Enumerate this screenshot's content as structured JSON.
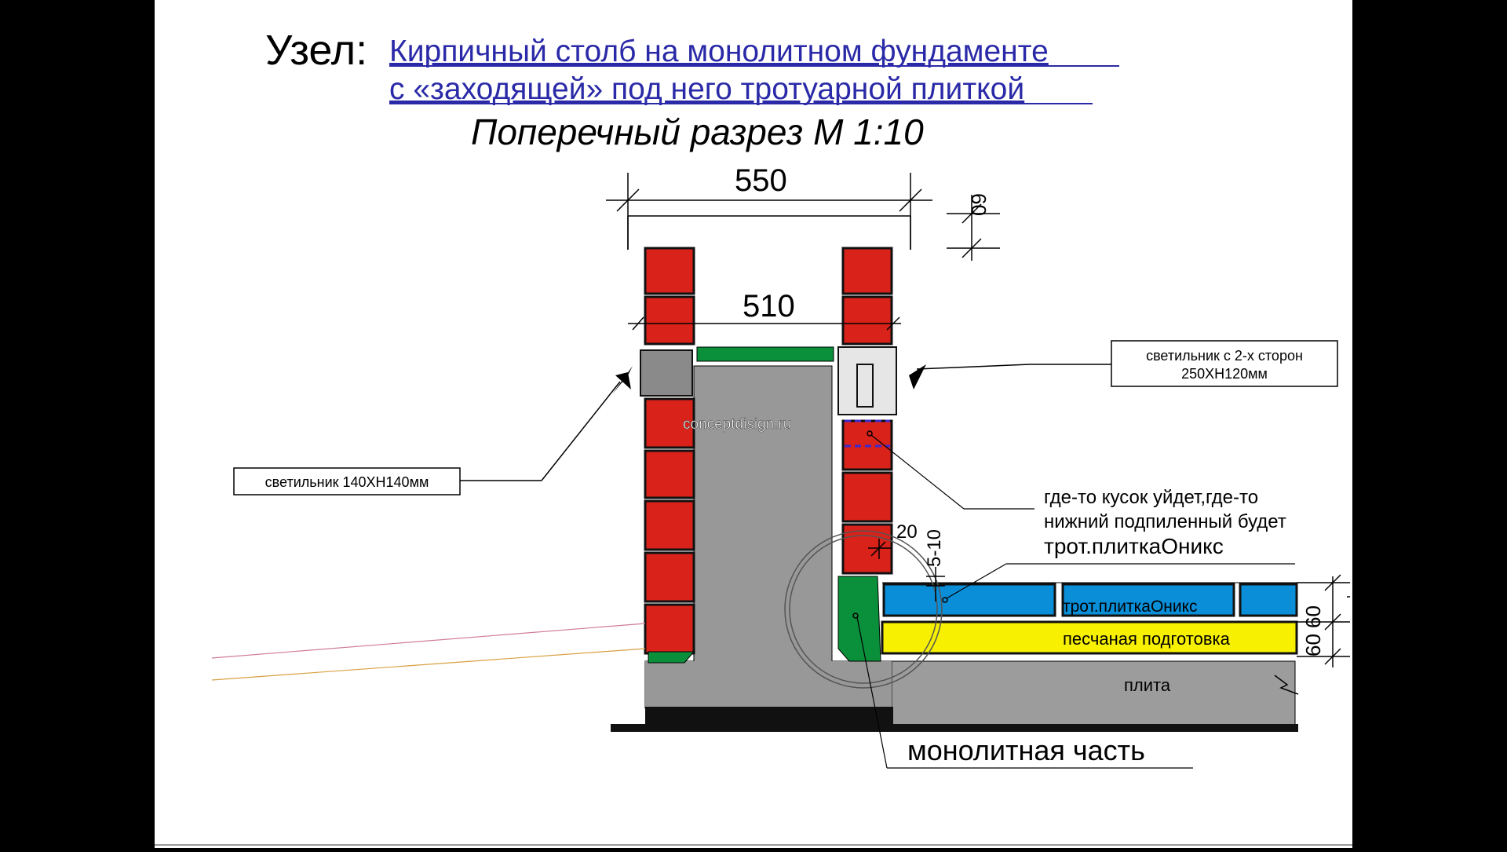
{
  "slide": {
    "title_prefix": "Узел:",
    "title_line1": "Кирпичный столб на монолитном фундаменте",
    "title_line2": "с «заходящей» под него тротуарной плиткой",
    "subtitle": "Поперечный разрез М 1:10"
  },
  "dimensions": {
    "outer_width": "550",
    "inner_width": "510",
    "cap_height": "60",
    "gap": "20",
    "offset": "5-10",
    "tile_thickness": "60",
    "sand_thickness": "60"
  },
  "labels": {
    "lamp_double": "светильник  с 2-х сторон",
    "lamp_double_size": "250ХН120мм",
    "lamp_single": "светильник  140ХН140мм",
    "note_line1": "где-то кусок уйдет,где-то",
    "note_line2": "нижний подпиленный будет",
    "note_line3": "трот.плиткаОникс",
    "tile_label": "трот.плиткаОникс",
    "sand_label": "песчаная подготовка",
    "slab_label": "плита",
    "monolith_label": "монолитная часть",
    "watermark": "conceptdisign.ru"
  },
  "colors": {
    "brick": "#d8221a",
    "tile": "#0a8ed8",
    "sand": "#f7f000",
    "green": "#0a8f3a",
    "concrete": "#989898",
    "slab": "#9c9c9c",
    "lamp_left": "#8a8a8a",
    "lamp_right": "#e6e6e6"
  }
}
